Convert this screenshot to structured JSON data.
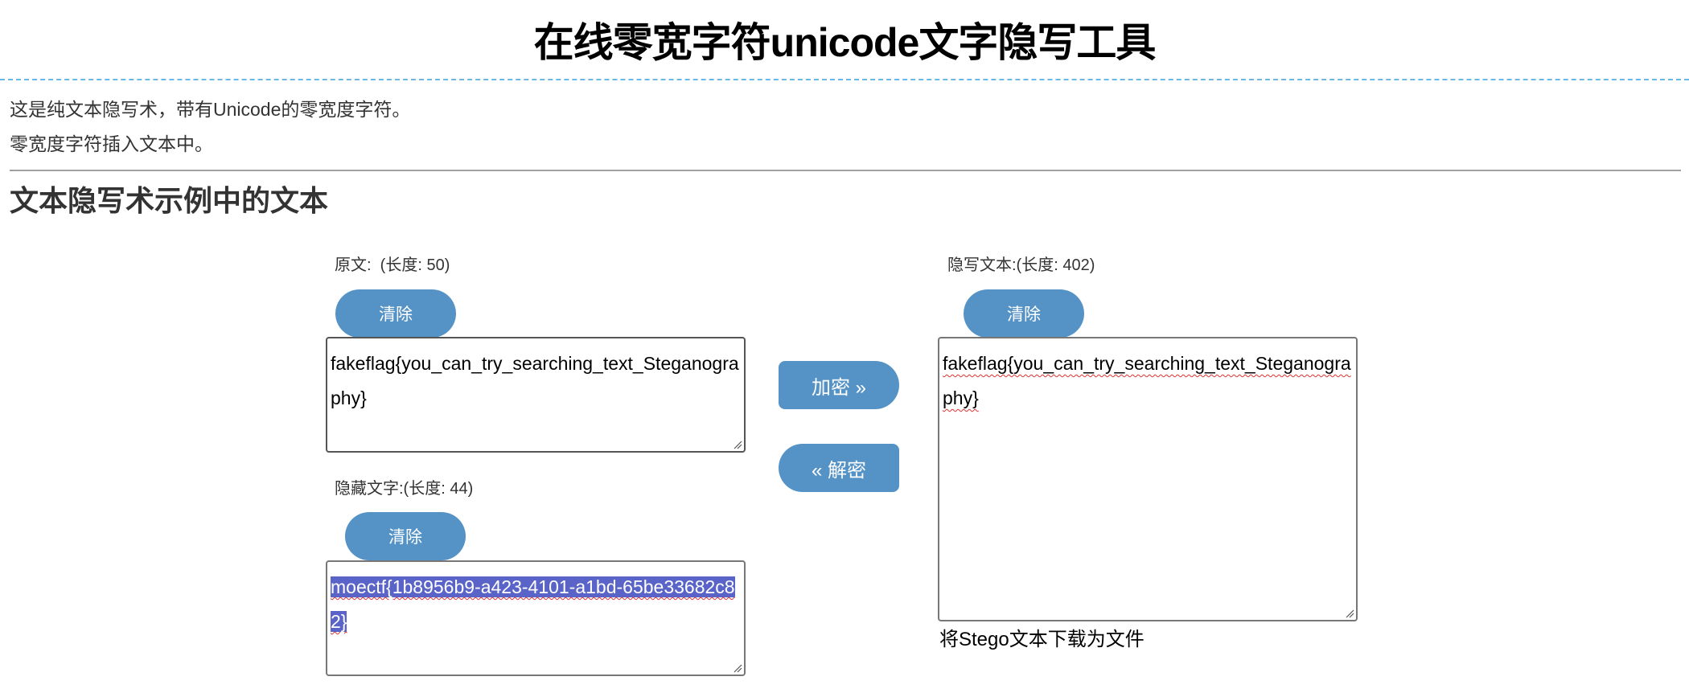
{
  "header": {
    "title": "在线零宽字符unicode文字隐写工具"
  },
  "intro": {
    "line1": "这是纯文本隐写术，带有Unicode的零宽度字符。",
    "line2": "零宽度字符插入文本中。"
  },
  "section": {
    "title": "文本隐写术示例中的文本"
  },
  "original": {
    "label": "原文:  (长度: 50)",
    "clear_label": "清除",
    "value": "fakeflag{you_can_try_searching_text_Steganography}"
  },
  "hidden": {
    "label": "隐藏文字:(长度: 44)",
    "clear_label": "清除",
    "value": "moectf{1b8956b9-a423-4101-a1bd-65be33682c82}",
    "selected": true
  },
  "actions": {
    "encrypt_label": "加密 »",
    "decrypt_label": "« 解密"
  },
  "stego": {
    "label": "隐写文本:(长度: 402)",
    "clear_label": "清除",
    "value": "fakeflag{you_can_try_searching_text_Steganography}",
    "download_label": "将Stego文本下载为文件"
  },
  "colors": {
    "button_bg": "#5593c7",
    "button_text": "#ffffff",
    "selection_bg": "#5a63c8",
    "title_divider": "#6ab8e8",
    "section_divider": "#a0a0a0"
  }
}
